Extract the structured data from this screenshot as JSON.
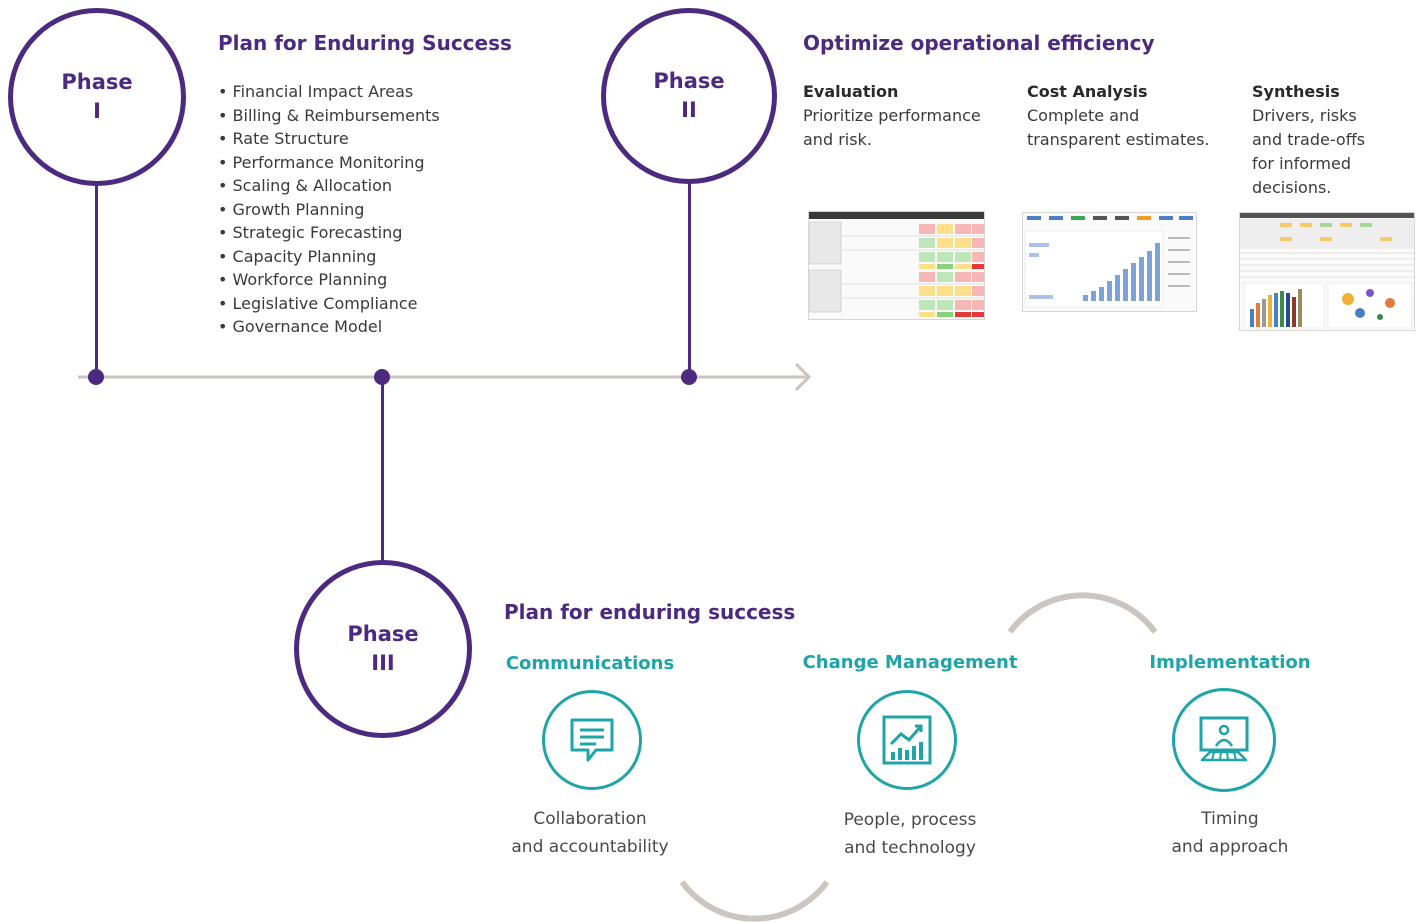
{
  "colors": {
    "purple": "#4b2a80",
    "teal": "#1fa4a8",
    "timeline": "#c9c4be"
  },
  "phase1": {
    "label_top": "Phase",
    "label_bottom": "I",
    "heading": "Plan for Enduring Success",
    "items": [
      "• Financial Impact Areas",
      "• Billing & Reimbursements",
      "• Rate Structure",
      "• Performance Monitoring",
      "• Scaling & Allocation",
      "• Growth Planning",
      "• Strategic Forecasting",
      "• Capacity Planning",
      "• Workforce Planning",
      "• Legislative Compliance",
      "• Governance Model"
    ]
  },
  "phase2": {
    "label_top": "Phase",
    "label_bottom": "II",
    "heading": "Optimize operational efficiency",
    "columns": [
      {
        "title": "Evaluation",
        "text": "Prioritize performance\nand risk."
      },
      {
        "title": "Cost Analysis",
        "text": "Complete and\ntransparent estimates."
      },
      {
        "title": "Synthesis",
        "text": "Drivers, risks\nand trade-offs\nfor informed\ndecisions."
      }
    ]
  },
  "phase3": {
    "label_top": "Phase",
    "label_bottom": "III",
    "heading": "Plan for enduring success",
    "steps": [
      {
        "title": "Communications",
        "icon": "chat-bubble-icon",
        "caption": "Collaboration\nand accountability"
      },
      {
        "title": "Change Management",
        "icon": "growth-chart-icon",
        "caption": "People, process\nand technology"
      },
      {
        "title": "Implementation",
        "icon": "presentation-board-icon",
        "caption": "Timing\nand approach"
      }
    ]
  }
}
